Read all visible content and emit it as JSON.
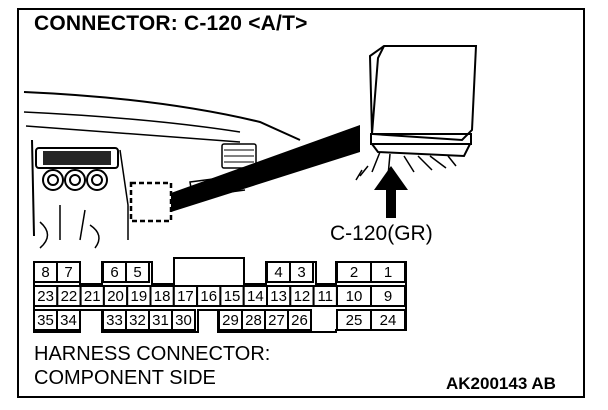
{
  "title": "CONNECTOR: C-120 <A/T>",
  "connector_label": "C-120(GR)",
  "harness_line1": "HARNESS CONNECTOR:",
  "harness_line2": "COMPONENT SIDE",
  "figure_id": "AK200143 AB",
  "pin_rows": {
    "top": [
      "8",
      "7",
      "6",
      "5",
      "4",
      "3",
      "2",
      "1"
    ],
    "middle": [
      "23",
      "22",
      "21",
      "20",
      "19",
      "18",
      "17",
      "16",
      "15",
      "14",
      "13",
      "12",
      "11",
      "10",
      "9"
    ],
    "bottom": [
      "35",
      "34",
      "33",
      "32",
      "31",
      "30",
      "29",
      "28",
      "27",
      "26",
      "25",
      "24"
    ]
  }
}
